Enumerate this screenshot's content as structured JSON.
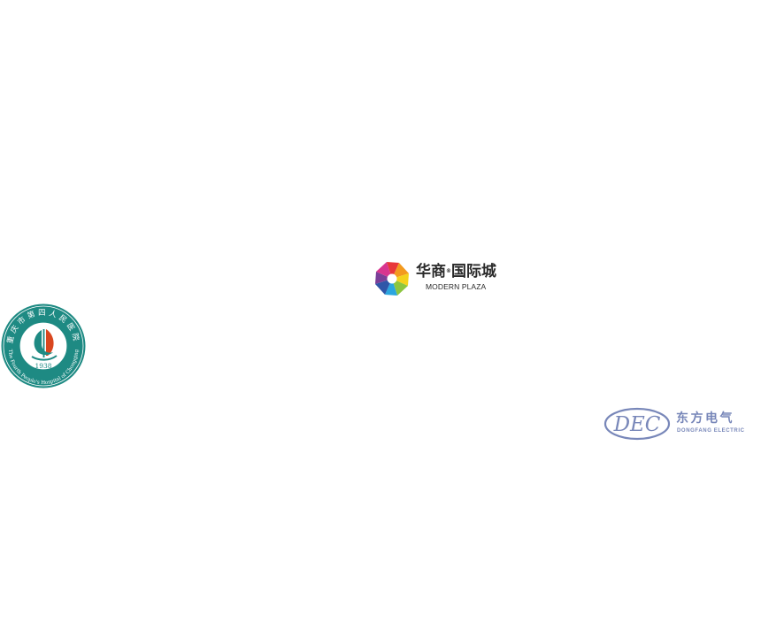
{
  "logos": {
    "modern_plaza": {
      "name_cn": "华商",
      "trademark": "®",
      "name_cn_2": "国际城",
      "name_en": "MODERN PLAZA"
    },
    "hospital": {
      "name_cn": "重庆市第四人民医院",
      "name_en": "The Fourth People's Hospital of Chongqing",
      "year": "1938"
    },
    "dongfang": {
      "mark": "DEC",
      "name_cn": "东方电气",
      "name_en": "DONGFANG ELECTRIC"
    }
  },
  "colors": {
    "background": "#ffffff",
    "hospital_teal": "#1e8a83",
    "hospital_red": "#d9471f",
    "dec_blue": "#7887b9",
    "modern_plaza_text": "#2a2a2a"
  }
}
